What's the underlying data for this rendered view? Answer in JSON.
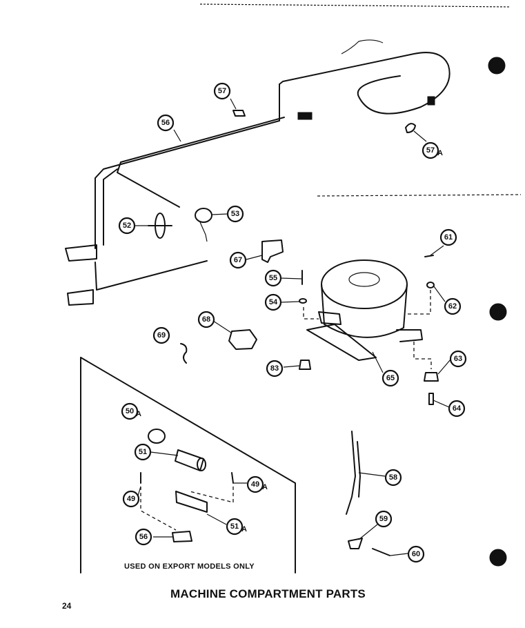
{
  "page": {
    "title": "MACHINE COMPARTMENT PARTS",
    "page_number": "24",
    "export_note": "USED ON EXPORT MODELS ONLY"
  },
  "callouts": {
    "c57": "57",
    "c57a": "57",
    "c56": "56",
    "c52": "52",
    "c53": "53",
    "c67": "67",
    "c61": "61",
    "c55": "55",
    "c54": "54",
    "c62": "62",
    "c68": "68",
    "c69": "69",
    "c83": "83",
    "c65": "65",
    "c63": "63",
    "c64": "64",
    "c50a": "50",
    "c51": "51",
    "c49": "49",
    "c49a": "49",
    "c51a": "51",
    "c56b": "56",
    "c58": "58",
    "c59": "59",
    "c60": "60"
  },
  "suffix": "A"
}
